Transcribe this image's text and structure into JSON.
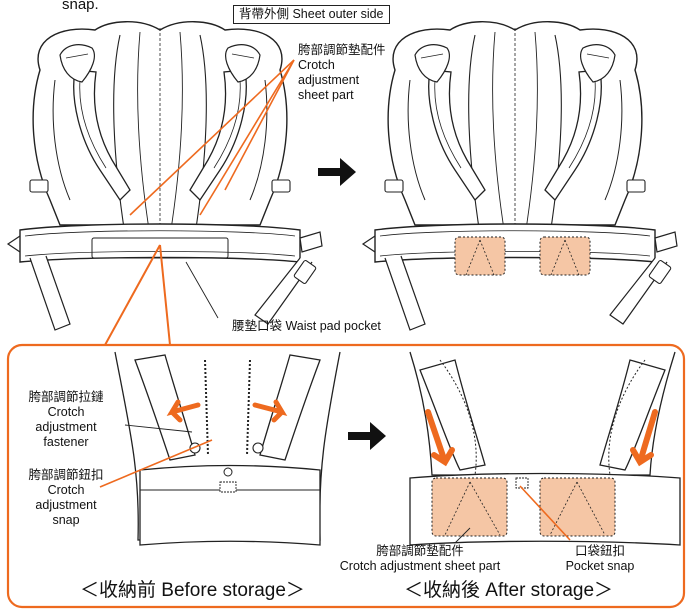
{
  "intro_fragment": "snap.",
  "title": "背帶外側 Sheet outer side",
  "labels": {
    "crotch_sheet_part_top": [
      "胯部調節墊配件",
      "Crotch",
      "adjustment",
      "sheet part"
    ],
    "waist_pad_pocket": "腰墊口袋 Waist pad pocket",
    "crotch_fastener": [
      "胯部調節拉鏈",
      "Crotch",
      "adjustment",
      "fastener"
    ],
    "crotch_snap": [
      "胯部調節鈕扣",
      "Crotch",
      "adjustment",
      "snap"
    ],
    "crotch_sheet_part_bottom": [
      "胯部調節墊配件",
      "Crotch adjustment sheet part"
    ],
    "pocket_snap": [
      "口袋鈕扣",
      "Pocket snap"
    ]
  },
  "captions": {
    "before": "＜收納前 Before storage＞",
    "after": "＜收納後 After storage＞"
  },
  "colors": {
    "accent": "#ee6a1f",
    "fill_peach": "#f5c6a5",
    "line": "#222222"
  }
}
